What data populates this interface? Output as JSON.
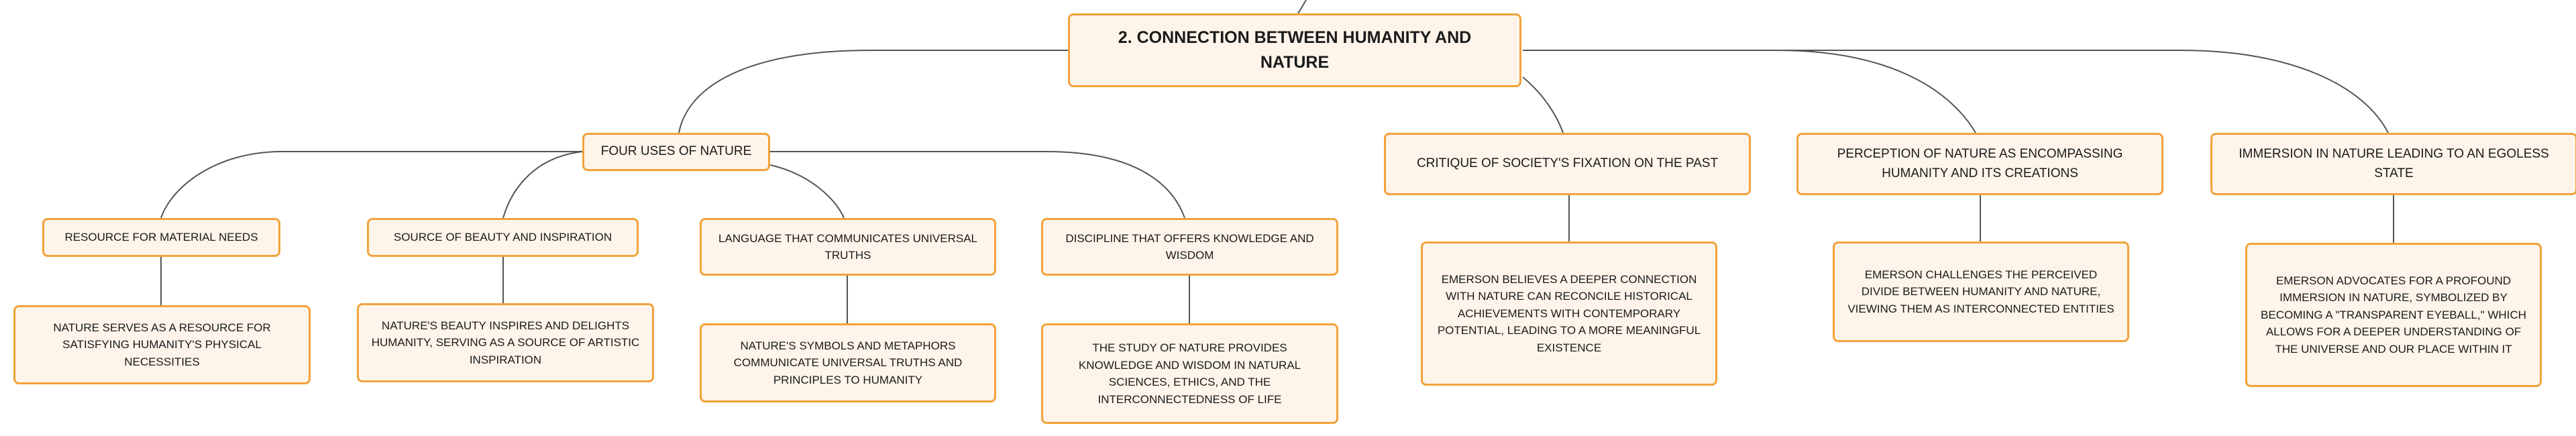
{
  "root": {
    "label": "2. CONNECTION BETWEEN HUMANITY AND NATURE"
  },
  "branches": {
    "uses": {
      "label": "FOUR USES OF NATURE",
      "children": [
        {
          "label": "RESOURCE FOR MATERIAL NEEDS",
          "desc": "NATURE SERVES AS A RESOURCE FOR SATISFYING HUMANITY'S PHYSICAL NECESSITIES"
        },
        {
          "label": "SOURCE OF BEAUTY AND INSPIRATION",
          "desc": "NATURE'S BEAUTY INSPIRES AND DELIGHTS HUMANITY, SERVING AS A SOURCE OF ARTISTIC INSPIRATION"
        },
        {
          "label": "LANGUAGE THAT COMMUNICATES UNIVERSAL TRUTHS",
          "desc": "NATURE'S SYMBOLS AND METAPHORS COMMUNICATE UNIVERSAL TRUTHS AND PRINCIPLES TO HUMANITY"
        },
        {
          "label": "DISCIPLINE THAT OFFERS KNOWLEDGE AND WISDOM",
          "desc": "THE STUDY OF NATURE PROVIDES KNOWLEDGE AND WISDOM IN NATURAL SCIENCES, ETHICS, AND THE INTERCONNECTEDNESS OF LIFE"
        }
      ]
    },
    "critique": {
      "label": "CRITIQUE OF SOCIETY'S FIXATION ON THE PAST",
      "desc": "EMERSON BELIEVES A DEEPER CONNECTION WITH NATURE CAN RECONCILE HISTORICAL ACHIEVEMENTS WITH CONTEMPORARY POTENTIAL, LEADING TO A MORE MEANINGFUL EXISTENCE"
    },
    "perception": {
      "label": "PERCEPTION OF NATURE AS ENCOMPASSING HUMANITY AND ITS CREATIONS",
      "desc": "EMERSON CHALLENGES THE PERCEIVED DIVIDE BETWEEN HUMANITY AND NATURE, VIEWING THEM AS INTERCONNECTED ENTITIES"
    },
    "immersion": {
      "label": "IMMERSION IN NATURE LEADING TO AN EGOLESS STATE",
      "desc": "EMERSON ADVOCATES FOR A PROFOUND IMMERSION IN NATURE, SYMBOLIZED BY BECOMING A \"TRANSPARENT EYEBALL,\" WHICH ALLOWS FOR A DEEPER UNDERSTANDING OF THE UNIVERSE AND OUR PLACE WITHIN IT"
    }
  },
  "colors": {
    "node_fill": "#fef4ea",
    "node_border": "#f2a33a",
    "connector": "#555555"
  }
}
